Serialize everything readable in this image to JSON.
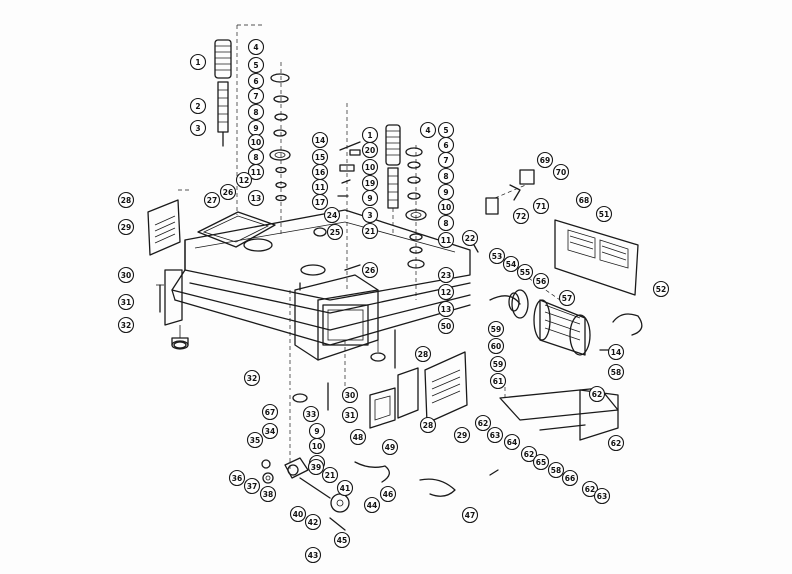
{
  "callout_labels": [
    "1",
    "2",
    "3",
    "4",
    "5",
    "6",
    "7",
    "8",
    "9",
    "10",
    "11",
    "12",
    "13",
    "14",
    "15",
    "16",
    "17",
    "19",
    "20",
    "21",
    "22",
    "23",
    "24",
    "25",
    "26",
    "27",
    "28",
    "29",
    "30",
    "31",
    "32",
    "33",
    "34",
    "35",
    "36",
    "37",
    "38",
    "39",
    "40",
    "41",
    "42",
    "43",
    "44",
    "45",
    "46",
    "47",
    "48",
    "49",
    "50",
    "51",
    "52",
    "53",
    "54",
    "55",
    "56",
    "57",
    "58",
    "59",
    "60",
    "61",
    "62",
    "63",
    "64",
    "65",
    "66",
    "67",
    "68",
    "69",
    "70",
    "71",
    "72"
  ],
  "colors": {
    "ink": "#1a1a1a",
    "paper": "#fdfdfd"
  }
}
